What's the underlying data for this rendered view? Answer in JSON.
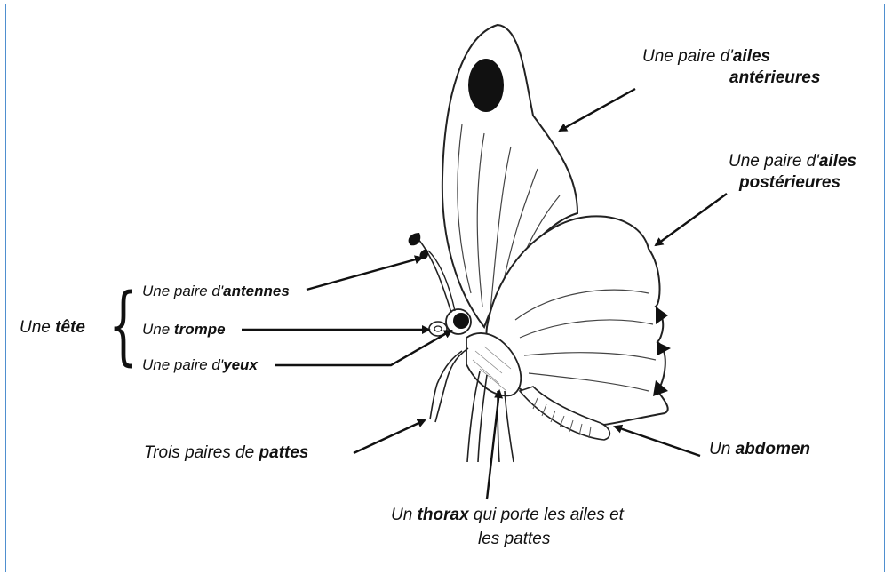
{
  "labels": {
    "forewings": {
      "pre": "Une paire d'",
      "bold": "ailes",
      "line2": "antérieures"
    },
    "hindwings": {
      "pre": "Une paire d'",
      "bold": "ailes",
      "line2": "postérieures"
    },
    "head": {
      "pre": "Une ",
      "bold": "tête"
    },
    "antennae": {
      "pre": "Une paire d'",
      "bold": "antennes"
    },
    "proboscis": {
      "pre": "Une ",
      "bold": "trompe"
    },
    "eyes": {
      "pre": "Une paire d'",
      "bold": "yeux"
    },
    "legs": {
      "pre": "Trois paires de ",
      "bold": "pattes"
    },
    "abdomen": {
      "pre": "Un ",
      "bold": "abdomen"
    },
    "thorax": {
      "pre": "Un ",
      "bold": "thorax",
      "post": " qui porte les ailes et",
      "line2": "les pattes"
    }
  },
  "colors": {
    "frame": "#4f8fcf",
    "ink": "#111111",
    "background": "#ffffff"
  }
}
